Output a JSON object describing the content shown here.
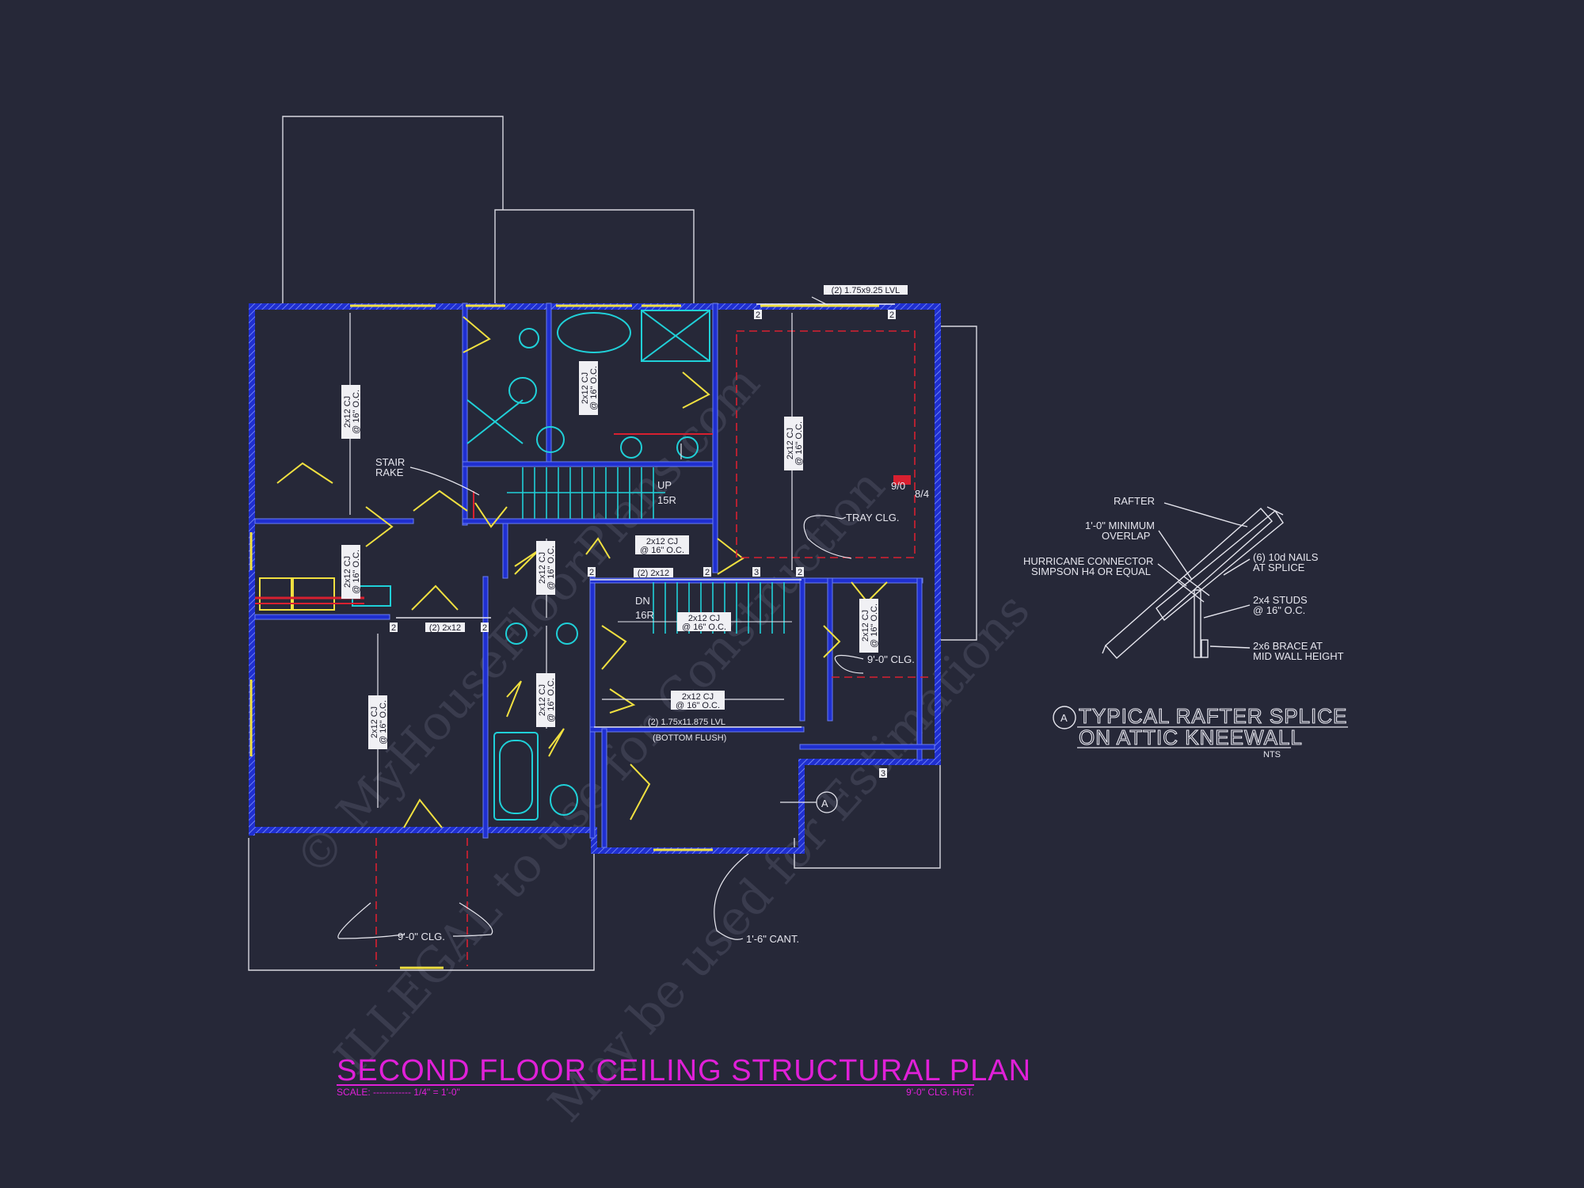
{
  "drawing": {
    "title": "SECOND FLOOR CEILING STRUCTURAL PLAN",
    "scale_label": "SCALE: ------------ 1/4\" = 1'-0\"",
    "ceiling_height": "9'-0\" CLG. HGT."
  },
  "watermark": {
    "line1": "© MyHouseFloorPlans.com",
    "line2": "ILLEGAL to use for Construction",
    "line3": "May be used for Estimations"
  },
  "labels": {
    "stair_rake_1": "STAIR",
    "stair_rake_2": "RAKE",
    "up": "UP",
    "up_risers": "15R",
    "dn": "DN",
    "dn_risers": "16R",
    "tray_clg": "TRAY CLG.",
    "pitch_a": "9/0",
    "pitch_b": "8/4",
    "clg_right": "9'-0\" CLG.",
    "clg_bottom": "9'-0\" CLG.",
    "lvl_beam": "(2) 1.75x11.875 LVL",
    "bottom_flush": "(BOTTOM FLUSH)",
    "cant": "1'-6\" CANT.",
    "top_lvl": "(2) 1.75x9.25 LVL",
    "section_marker": "A",
    "two_2x12_a": "(2) 2x12",
    "two_2x12_b": "(2) 2x12",
    "beam_num": "2",
    "beam_num_3": "3"
  },
  "joist_tags": {
    "cj_2x12": "2x12 CJ",
    "cj_spacing": "@ 16\" O.C."
  },
  "detail": {
    "marker": "A",
    "title_line1": "TYPICAL RAFTER SPLICE",
    "title_line2": "ON ATTIC KNEEWALL",
    "nts": "NTS",
    "rafter": "RAFTER",
    "overlap_1": "1'-0\" MINIMUM",
    "overlap_2": "OVERLAP",
    "hurricane_1": "HURRICANE CONNECTOR",
    "hurricane_2": "SIMPSON H4 OR EQUAL",
    "nails_1": "(6) 10d NAILS",
    "nails_2": "AT SPLICE",
    "studs_1": "2x4 STUDS",
    "studs_2": "@ 16\" O.C.",
    "brace_1": "2x6 BRACE AT",
    "brace_2": "MID WALL HEIGHT"
  },
  "colors": {
    "background": "#262838",
    "wall": "#1f2fd0",
    "window": "#f0e040",
    "fixture": "#20d0d8",
    "beam": "#d82030",
    "title": "#e020d8",
    "line": "#e6e6ee"
  }
}
